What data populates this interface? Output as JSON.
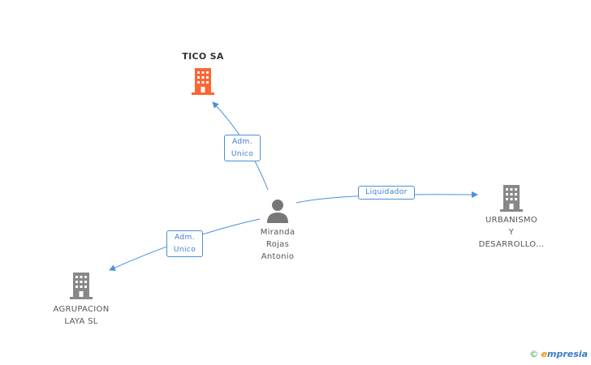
{
  "nodes": {
    "tico": {
      "name": "TICO SA",
      "color": "#ff6433"
    },
    "urbanismo": {
      "name_lines": [
        "URBANISMO",
        "Y",
        "DESARROLLO..."
      ],
      "color": "#888888"
    },
    "agrupacion": {
      "name_lines": [
        "AGRUPACION",
        "LAYA SL"
      ],
      "color": "#888888"
    },
    "person": {
      "name_lines": [
        "Miranda",
        "Rojas",
        "Antonio"
      ],
      "color": "#777777"
    }
  },
  "edges": {
    "to_tico": {
      "label_lines": [
        "Adm.",
        "Unico"
      ]
    },
    "to_urbanismo": {
      "label": "Liquidador"
    },
    "to_agrupacion": {
      "label_lines": [
        "Adm.",
        "Unico"
      ]
    }
  },
  "edge_color": "#4a8fe0",
  "brand": {
    "copyright": "©",
    "e": "e",
    "rest": "mpresia"
  }
}
